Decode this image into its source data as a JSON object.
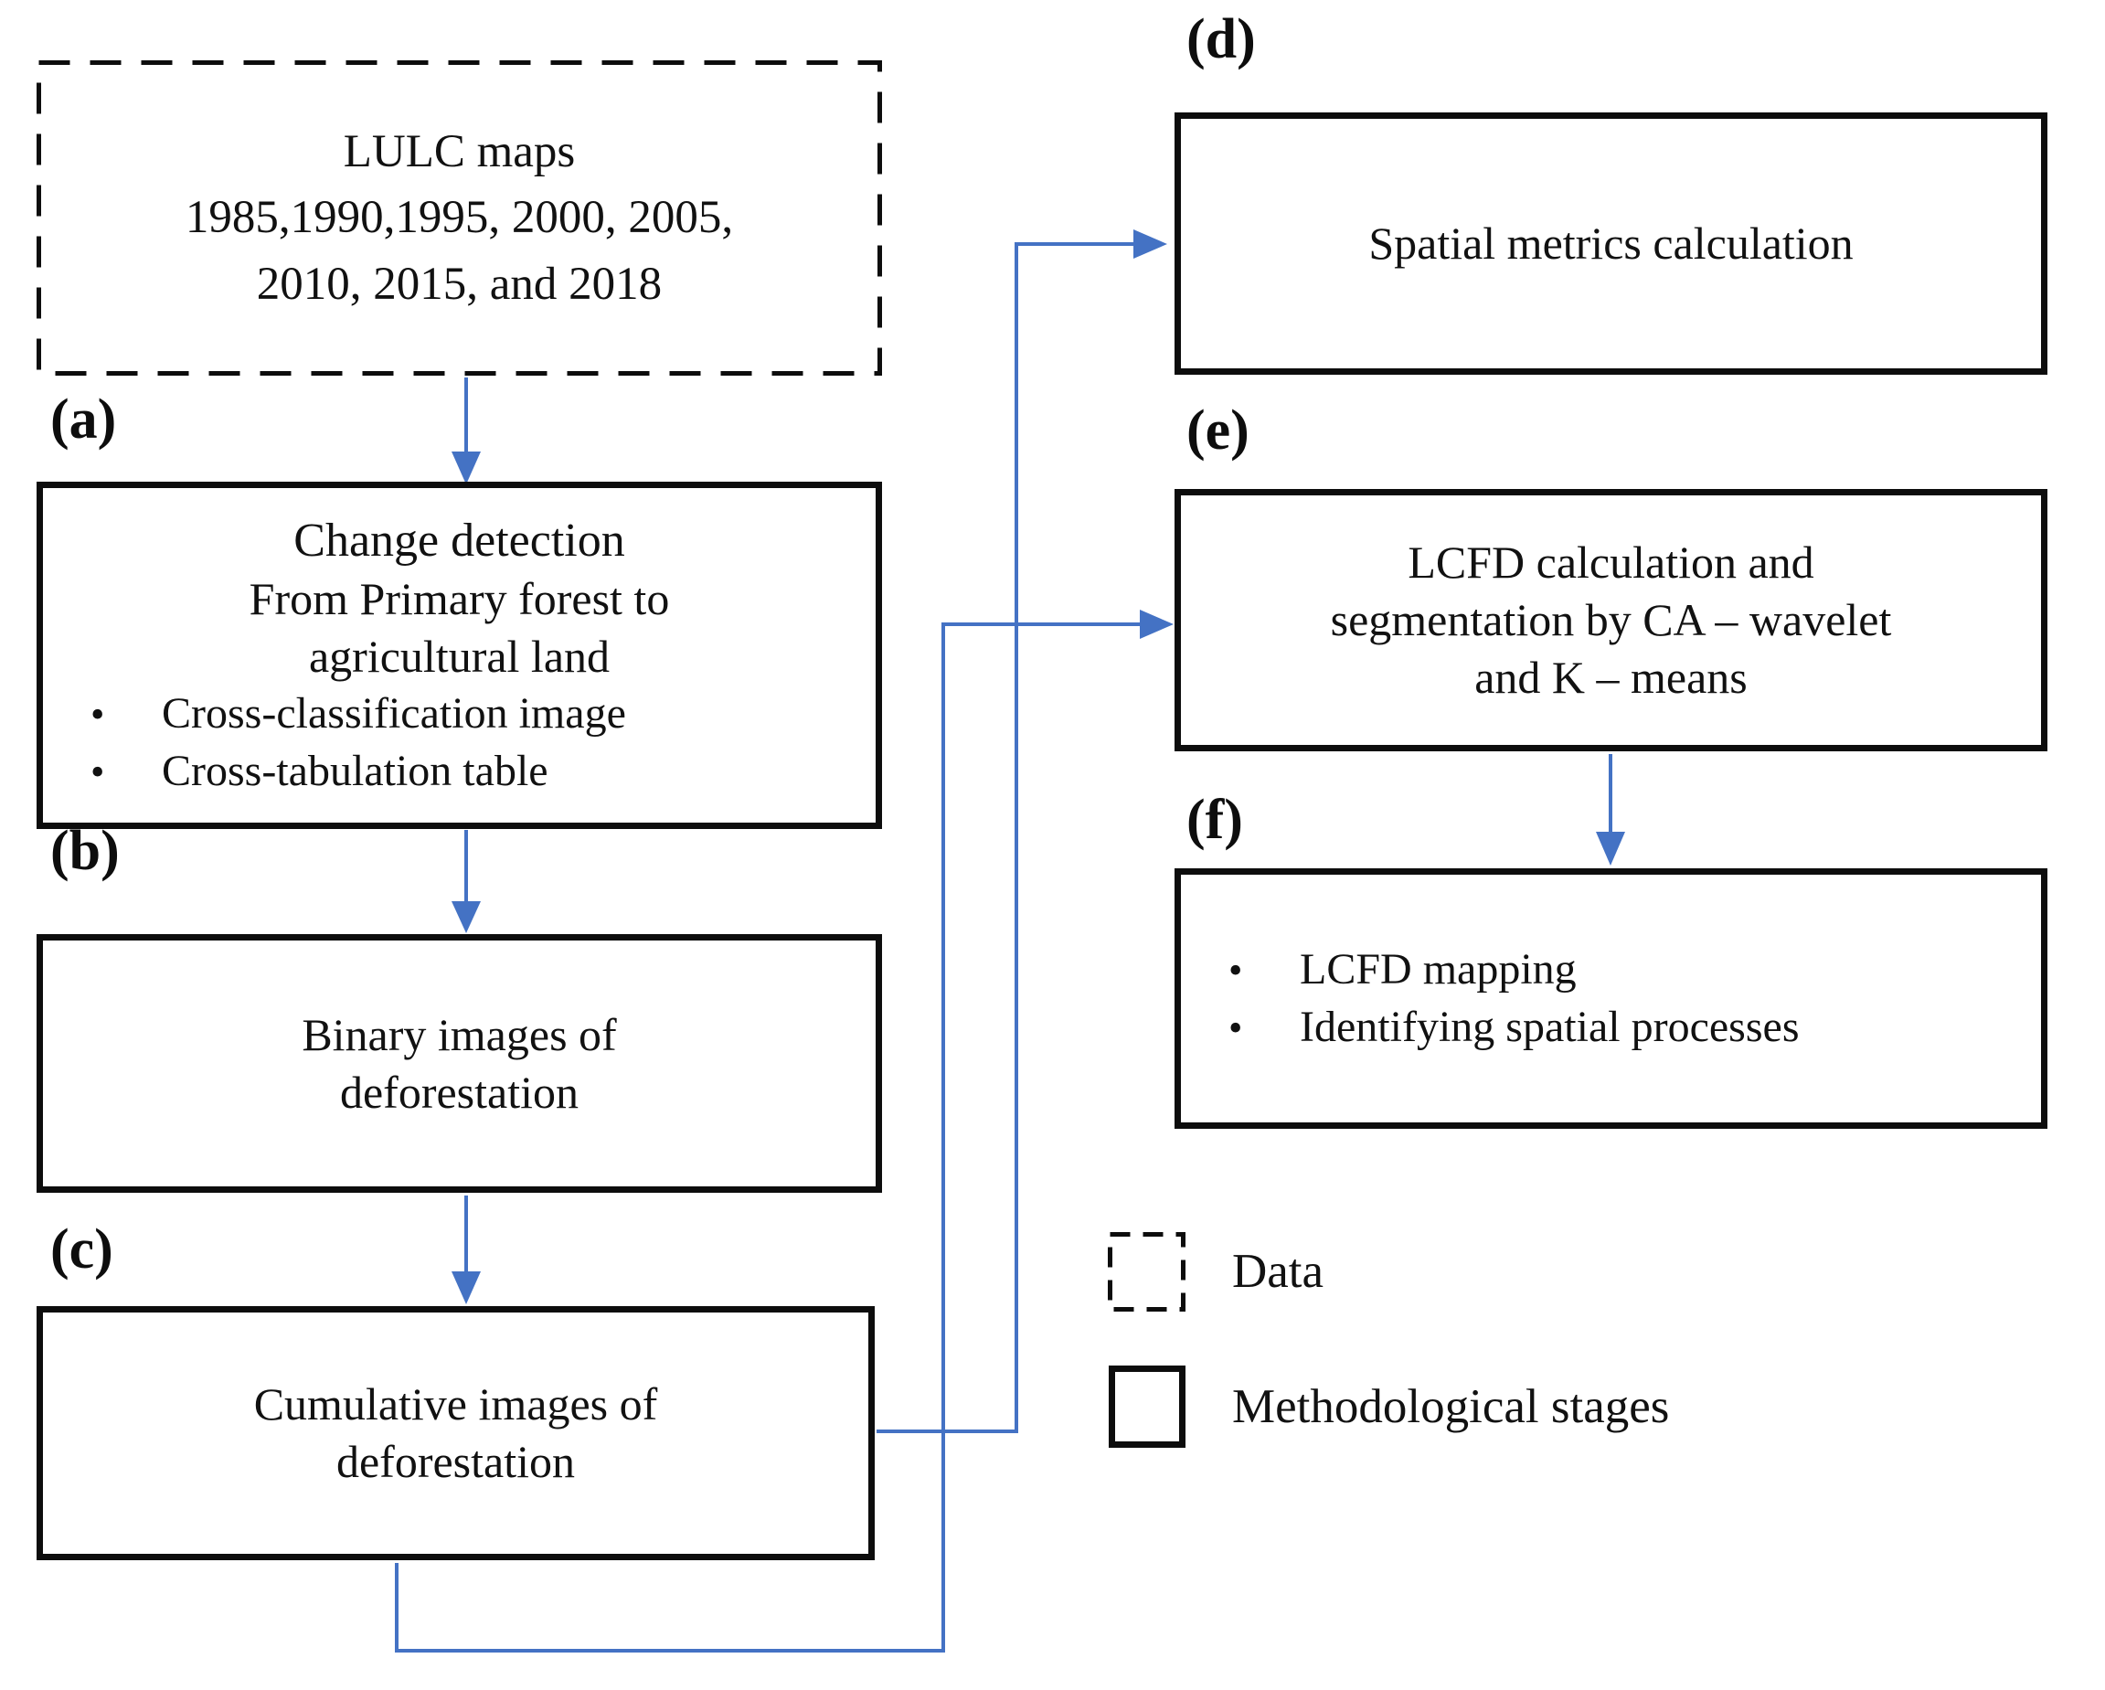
{
  "colors": {
    "accent_blue": "#4472C4",
    "line_black": "#0d0d0d",
    "background": "#ffffff"
  },
  "diagram": {
    "bullet_char": "•",
    "data_box": {
      "lines": [
        "LULC maps",
        "1985,1990,1995, 2000, 2005,",
        "2010, 2015, and 2018"
      ]
    },
    "labels": {
      "a": "(a)",
      "b": "(b)",
      "c": "(c)",
      "d": "(d)",
      "e": "(e)",
      "f": "(f)"
    },
    "box_a": {
      "title": "Change detection",
      "lines": [
        "From Primary forest to",
        "agricultural land"
      ],
      "bullets": [
        "Cross-classification image",
        "Cross-tabulation table"
      ]
    },
    "box_b": {
      "lines": [
        "Binary images of",
        "deforestation"
      ]
    },
    "box_c": {
      "lines": [
        "Cumulative images of",
        "deforestation"
      ]
    },
    "box_d": {
      "text": "Spatial metrics calculation"
    },
    "box_e": {
      "lines": [
        "LCFD calculation and",
        "segmentation by CA – wavelet",
        "and K – means"
      ]
    },
    "box_f": {
      "bullets": [
        "LCFD mapping",
        "Identifying spatial processes"
      ]
    },
    "legend": {
      "data_label": "Data",
      "stages_label": "Methodological stages"
    }
  }
}
